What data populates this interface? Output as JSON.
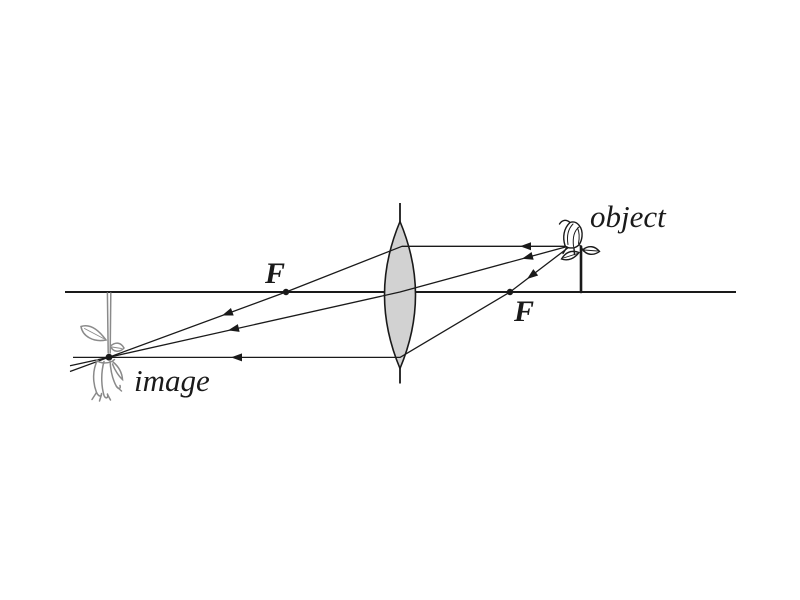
{
  "figure": {
    "type": "ray-diagram",
    "description": "Converging (biconvex) lens forming a real, inverted, magnified image of a flower object; three principal rays drawn with leftward arrows from object through lens to image."
  },
  "colors": {
    "line": "#1a1a1a",
    "lens_fill": "#d2d2d2",
    "lens_stroke": "#1a1a1a",
    "image_flower": "#8a8a8a",
    "background": "#ffffff"
  },
  "labels": {
    "object": "object",
    "image": "image",
    "focal_point_left": "F",
    "focal_point_right": "F"
  },
  "diagram": {
    "lens": "converging biconvex lens on vertical principal plane",
    "focal_points": 2,
    "principal_rays": 3,
    "ray_direction": "arrows point left, from object toward image",
    "object_side": "right of lens, upright flower above axis",
    "image_side": "left of lens, inverted flower below axis"
  }
}
